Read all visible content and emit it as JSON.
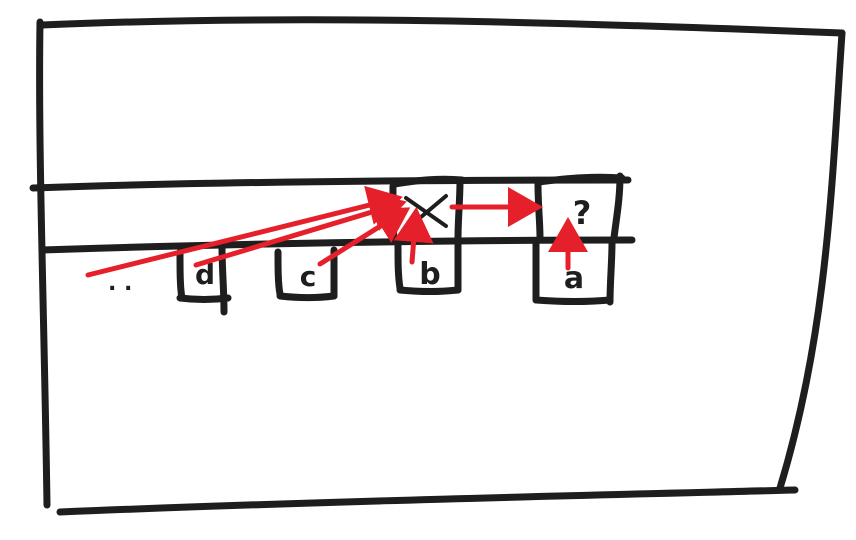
{
  "diagram": {
    "cells": {
      "x_cell": "X",
      "unknown_cell": "?",
      "d_cell": "d",
      "c_cell": "c",
      "b_cell": "b",
      "a_cell": "a"
    },
    "ellipsis": ". .",
    "colors": {
      "ink": "#1e1e1e",
      "arrow": "#e5202a"
    }
  }
}
